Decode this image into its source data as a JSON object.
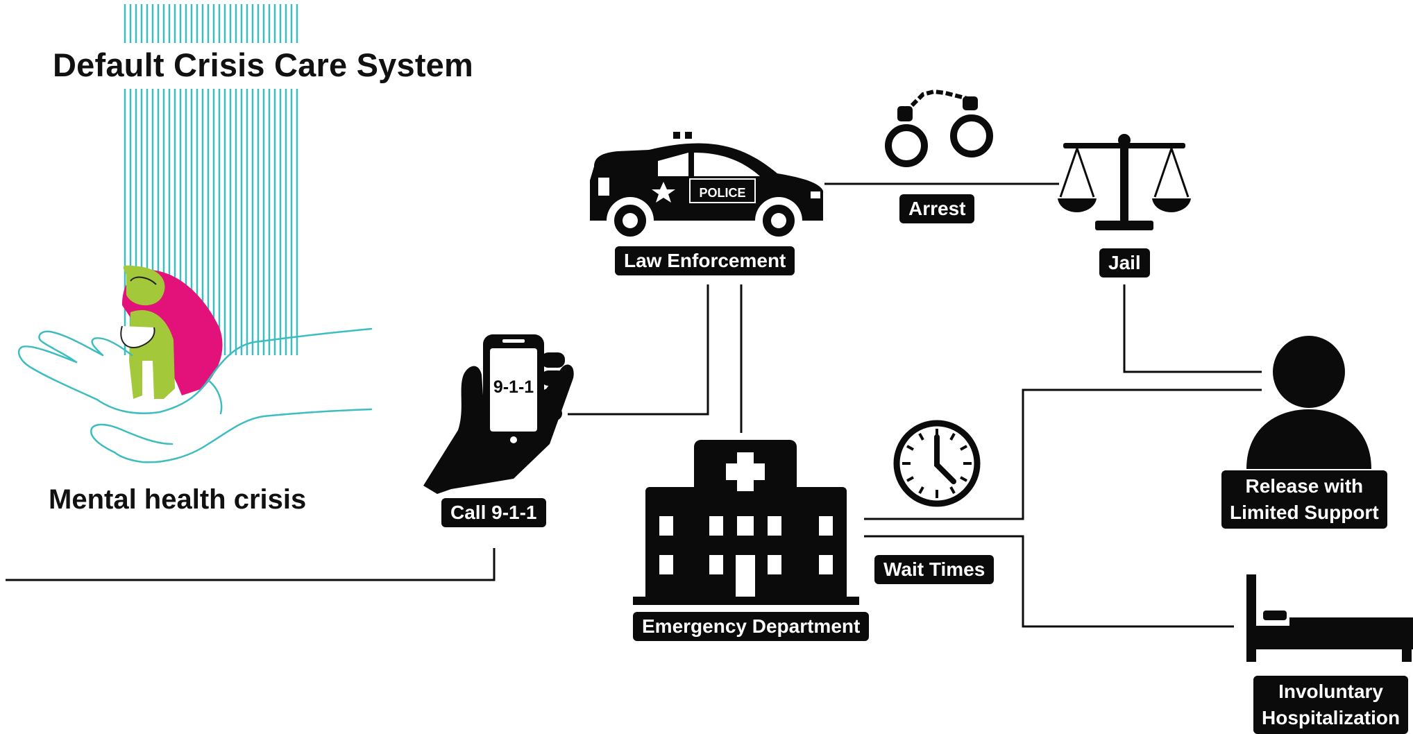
{
  "title": "Default Crisis Care System",
  "start_label": "Mental health crisis",
  "nodes": {
    "call": "Call 9-1-1",
    "law": "Law Enforcement",
    "arrest": "Arrest",
    "jail": "Jail",
    "ed": "Emergency Department",
    "wait": "Wait Times",
    "release_line1": "Release with",
    "release_line2": "Limited Support",
    "hosp_line1": "Involuntary",
    "hosp_line2": "Hospitalization"
  },
  "icon_text": {
    "phone_screen": "9-1-1",
    "police_car": "POLICE"
  },
  "colors": {
    "accent_teal": "#3dbdbf",
    "figure_green": "#a3c93a",
    "figure_magenta": "#e3127b",
    "ink": "#0b0b0b"
  },
  "icons": [
    "hands-icon",
    "person-crisis-icon",
    "phone-911-icon",
    "police-car-icon",
    "handcuffs-icon",
    "scales-icon",
    "hospital-icon",
    "clock-icon",
    "person-icon",
    "bed-icon"
  ]
}
